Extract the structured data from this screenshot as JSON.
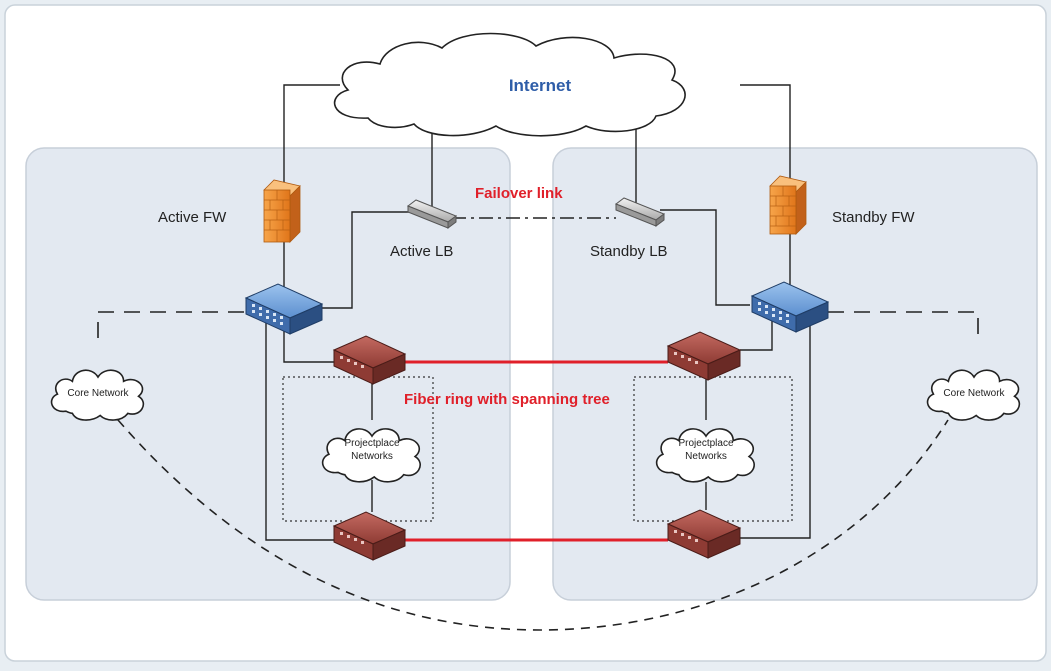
{
  "internet": {
    "label": "Internet",
    "color": "#2e5da8"
  },
  "failover": {
    "label": "Failover link",
    "color": "#e0202a"
  },
  "fiber": {
    "label": "Fiber ring with spanning tree",
    "color": "#e0202a"
  },
  "left": {
    "fw_label": "Active FW",
    "lb_label": "Active LB",
    "core_label": "Core Network",
    "pp_line1": "Projectplace",
    "pp_line2": "Networks"
  },
  "right": {
    "fw_label": "Standby FW",
    "lb_label": "Standby LB",
    "core_label": "Core Network",
    "pp_line1": "Projectplace",
    "pp_line2": "Networks"
  },
  "colors": {
    "frame_bg": "#ffffff",
    "panel_bg": "#e3e9f1",
    "firewall": "#f08a24",
    "switch_blue": "#3e6fb0",
    "switch_red": "#8e3b34",
    "loadbalancer": "#d8d8d8"
  }
}
